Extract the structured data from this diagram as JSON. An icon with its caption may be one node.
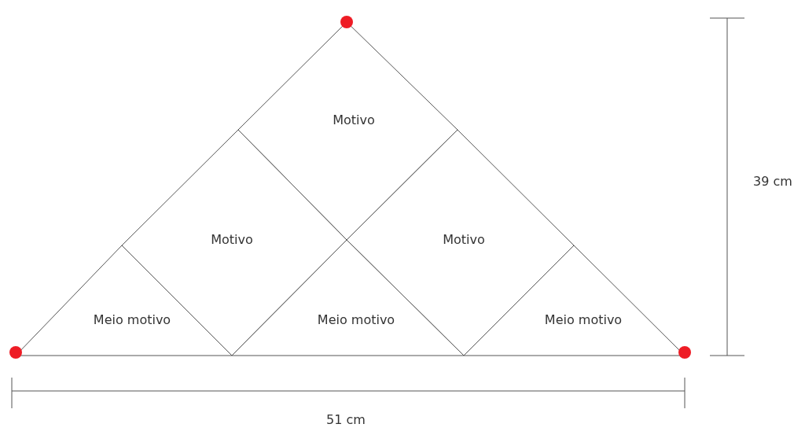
{
  "diagram": {
    "nodes": [
      {
        "text": [
          "Motivo"
        ]
      },
      {
        "text": [
          "Motivo"
        ]
      },
      {
        "text": [
          "Motivo"
        ]
      },
      {
        "text": [
          "Meio motivo"
        ]
      },
      {
        "text": [
          "Meio motivo"
        ]
      },
      {
        "text": [
          "Meio motivo"
        ]
      }
    ],
    "labels": [
      "39 cm",
      "51 cm"
    ]
  }
}
